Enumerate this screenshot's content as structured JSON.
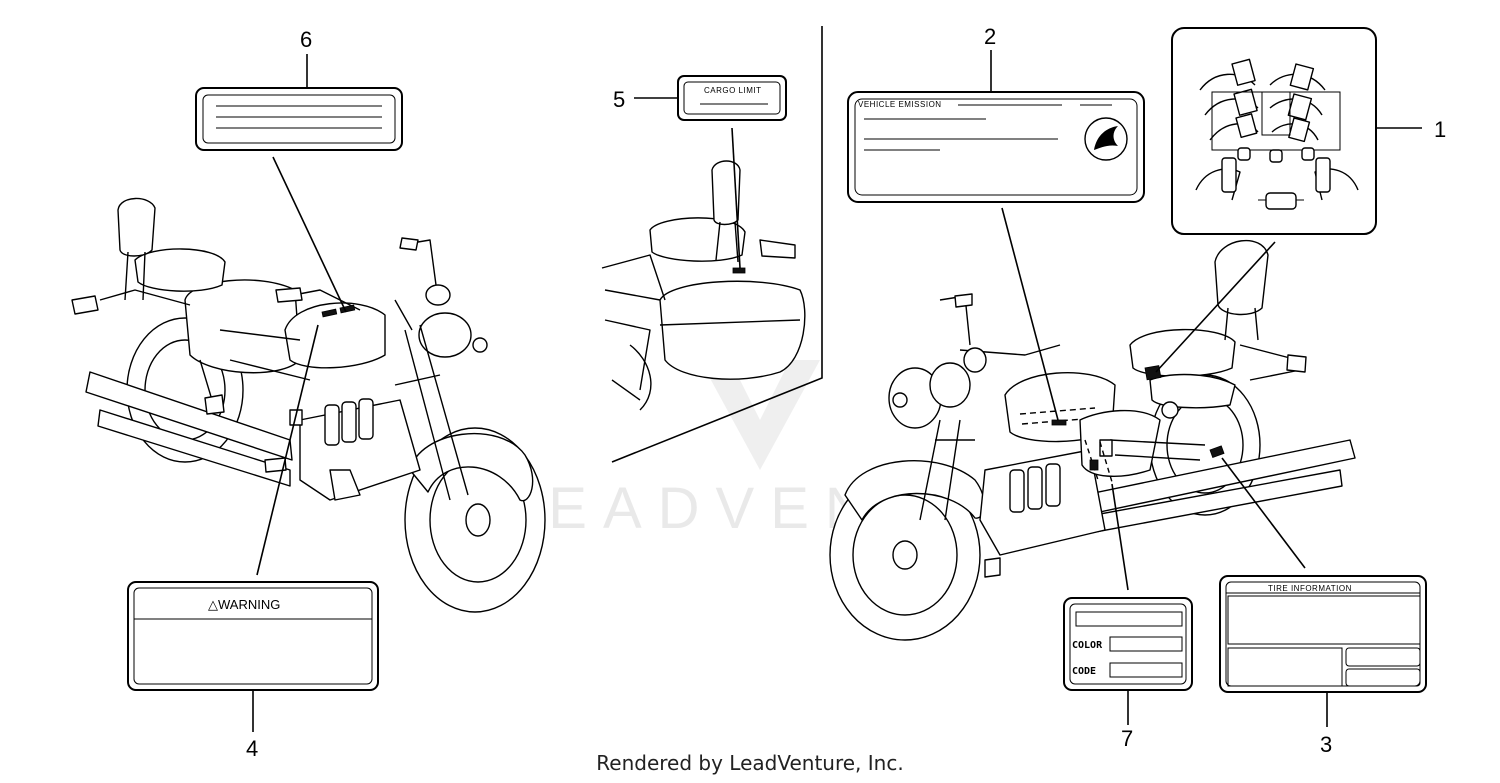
{
  "callouts": [
    "1",
    "2",
    "3",
    "4",
    "5",
    "6",
    "7"
  ],
  "labels": {
    "cargo_limit": "CARGO LIMIT",
    "vehicle_emission": "VEHICLE EMISSION",
    "warning": "△WARNING",
    "tire_information": "TIRE INFORMATION",
    "color": "COLOR",
    "code": "CODE"
  },
  "watermark": "LEADVENTURE",
  "footer": "Rendered by LeadVenture, Inc."
}
